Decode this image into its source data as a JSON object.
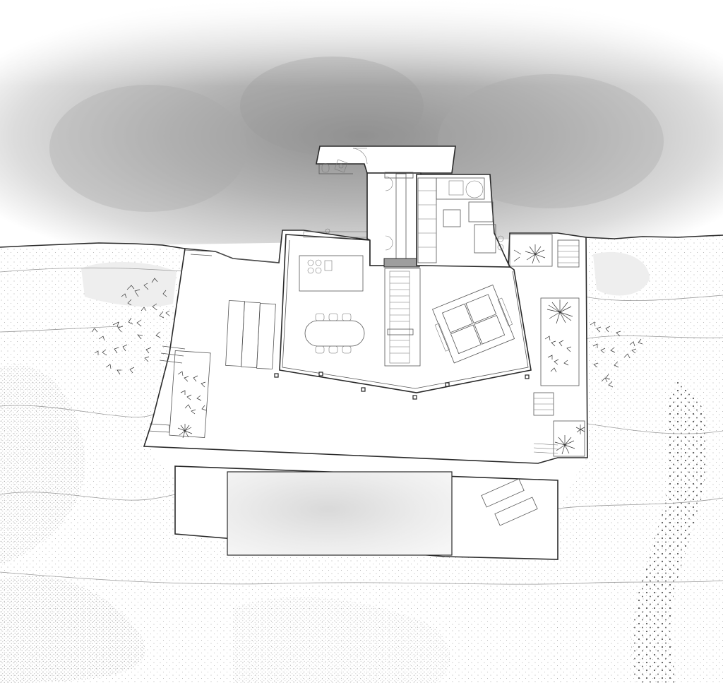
{
  "colors": {
    "background": "#ffffff",
    "rock_shade": "#9c9c9c",
    "lines": "#2a2a2a",
    "stipple": "#8a8a8a",
    "pool_water": "#e6e6e6"
  },
  "icons": {
    "rock": "rock-outcrop-shading",
    "terrain": "stipple-terrain",
    "vegetation": "shrub-and-palm-symbols"
  }
}
